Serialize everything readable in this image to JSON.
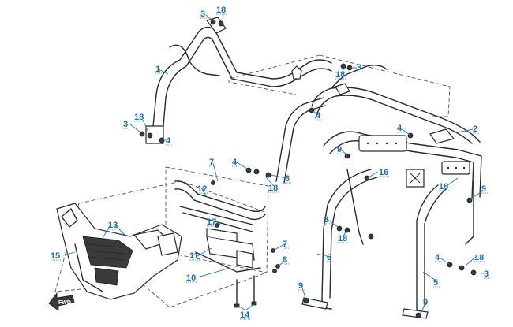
{
  "diagram": {
    "callouts": [
      {
        "id": "c1",
        "label": "1"
      },
      {
        "id": "c2",
        "label": "2"
      },
      {
        "id": "c3a",
        "label": "3"
      },
      {
        "id": "c3b",
        "label": "3"
      },
      {
        "id": "c3c",
        "label": "3"
      },
      {
        "id": "c3d",
        "label": "3"
      },
      {
        "id": "c3e",
        "label": "3"
      },
      {
        "id": "c3f",
        "label": "3"
      },
      {
        "id": "c4a",
        "label": "4"
      },
      {
        "id": "c4b",
        "label": "4"
      },
      {
        "id": "c4c",
        "label": "4"
      },
      {
        "id": "c4d",
        "label": "4"
      },
      {
        "id": "c4e",
        "label": "4"
      },
      {
        "id": "c5",
        "label": "5"
      },
      {
        "id": "c6",
        "label": "6"
      },
      {
        "id": "c7a",
        "label": "7"
      },
      {
        "id": "c7b",
        "label": "7"
      },
      {
        "id": "c8",
        "label": "8"
      },
      {
        "id": "c9a",
        "label": "9"
      },
      {
        "id": "c9b",
        "label": "9"
      },
      {
        "id": "c9c",
        "label": "9"
      },
      {
        "id": "c9d",
        "label": "9"
      },
      {
        "id": "c10",
        "label": "10"
      },
      {
        "id": "c11",
        "label": "11"
      },
      {
        "id": "c12",
        "label": "12"
      },
      {
        "id": "c13",
        "label": "13"
      },
      {
        "id": "c14",
        "label": "14"
      },
      {
        "id": "c15",
        "label": "15"
      },
      {
        "id": "c16a",
        "label": "16"
      },
      {
        "id": "c16b",
        "label": "16"
      },
      {
        "id": "c17",
        "label": "17"
      },
      {
        "id": "c18a",
        "label": "18"
      },
      {
        "id": "c18b",
        "label": "18"
      },
      {
        "id": "c18c",
        "label": "18"
      },
      {
        "id": "c18d",
        "label": "18"
      },
      {
        "id": "c18e",
        "label": "18"
      },
      {
        "id": "c18f",
        "label": "18"
      }
    ],
    "fwd_label": "FWD",
    "colors": {
      "callout": "#1b6fb0",
      "leader": "#1f7ab8",
      "lines": "#2a2a2a"
    }
  }
}
